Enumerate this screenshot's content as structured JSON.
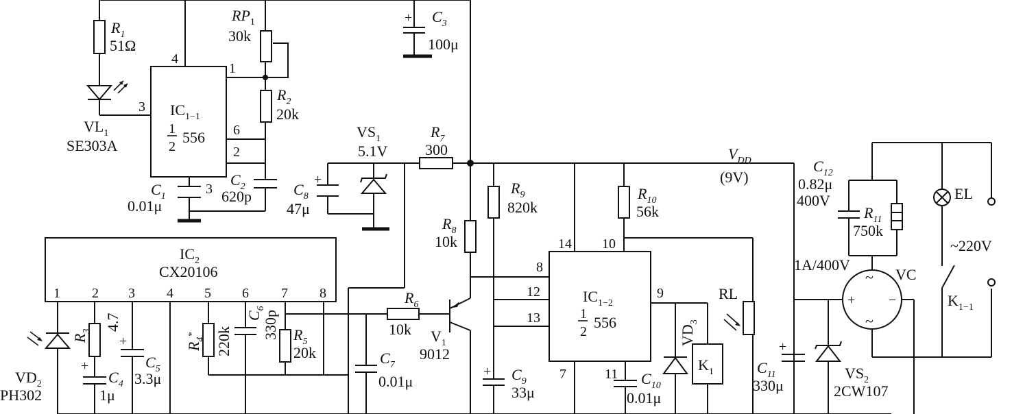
{
  "diagram": {
    "title": "",
    "supply": {
      "name": "V",
      "sub": "DD",
      "value": "(9V)"
    },
    "mains": "~220V",
    "components": {
      "R1": {
        "name": "R",
        "sub": "1",
        "value": "51Ω"
      },
      "RP1": {
        "name": "RP",
        "sub": "1",
        "value": "30k"
      },
      "R2": {
        "name": "R",
        "sub": "2",
        "value": "20k"
      },
      "C3": {
        "name": "C",
        "sub": "3",
        "value": "100μ"
      },
      "VL1": {
        "name": "VL",
        "sub": "1",
        "value": "SE303A"
      },
      "IC1_1": {
        "name": "IC",
        "sub": "1−1",
        "frac_num": "1",
        "frac_den": "2",
        "part": "556",
        "pins": {
          "p4": "4",
          "p1": "1",
          "p3": "3",
          "p6": "6",
          "p2": "2",
          "p3b": "3"
        }
      },
      "C1": {
        "name": "C",
        "sub": "1",
        "value": "0.01μ"
      },
      "C2": {
        "name": "C",
        "sub": "2",
        "value": "620p"
      },
      "VS1": {
        "name": "VS",
        "sub": "1",
        "value": "5.1V"
      },
      "R7": {
        "name": "R",
        "sub": "7",
        "value": "300"
      },
      "C8": {
        "name": "C",
        "sub": "8",
        "value": "47μ"
      },
      "R9": {
        "name": "R",
        "sub": "9",
        "value": "820k"
      },
      "R10": {
        "name": "R",
        "sub": "10",
        "value": "56k"
      },
      "R8": {
        "name": "R",
        "sub": "8",
        "value": "10k"
      },
      "IC2": {
        "name": "IC",
        "sub": "2",
        "part": "CX20106",
        "pins": [
          "1",
          "2",
          "3",
          "4",
          "5",
          "6",
          "7",
          "8"
        ]
      },
      "R3": {
        "name": "R",
        "sub": "3",
        "value": "4.7"
      },
      "C4": {
        "name": "C",
        "sub": "4",
        "value": "1μ"
      },
      "C5": {
        "name": "C",
        "sub": "5",
        "value": "3.3μ"
      },
      "VD2": {
        "name": "VD",
        "sub": "2",
        "value": "PH302"
      },
      "R4": {
        "name": "R",
        "sub": "4",
        "star": "*",
        "value": "220k"
      },
      "C6": {
        "name": "C",
        "sub": "6",
        "value": "330p"
      },
      "R5": {
        "name": "R",
        "sub": "5",
        "value": "20k"
      },
      "R6": {
        "name": "R",
        "sub": "6",
        "value": "10k"
      },
      "C7": {
        "name": "C",
        "sub": "7",
        "value": "0.01μ"
      },
      "V1": {
        "name": "V",
        "sub": "1",
        "value": "9012"
      },
      "C9": {
        "name": "C",
        "sub": "9",
        "value": "33μ"
      },
      "IC1_2": {
        "name": "IC",
        "sub": "1−2",
        "frac_num": "1",
        "frac_den": "2",
        "part": "556",
        "pins": {
          "p14": "14",
          "p10": "10",
          "p8": "8",
          "p12": "12",
          "p13": "13",
          "p9": "9",
          "p7": "7",
          "p11": "11"
        }
      },
      "C10": {
        "name": "C",
        "sub": "10",
        "value": "0.01μ"
      },
      "VD3": {
        "name": "VD",
        "sub": "3"
      },
      "K1": {
        "name": "K",
        "sub": "1"
      },
      "RL": {
        "name": "RL"
      },
      "C11": {
        "name": "C",
        "sub": "11",
        "value": "330μ"
      },
      "C12": {
        "name": "C",
        "sub": "12",
        "value": "0.82μ",
        "rating": "400V"
      },
      "R11": {
        "name": "R",
        "sub": "11",
        "value": "750k"
      },
      "VC": {
        "name": "VC",
        "rating": "1A/400V"
      },
      "VS2": {
        "name": "VS",
        "sub": "2",
        "value": "2CW107"
      },
      "EL": {
        "name": "EL"
      },
      "K1_1": {
        "name": "K",
        "sub": "1−1"
      }
    },
    "symbols": {
      "plus": "+",
      "minus": "−",
      "tilde": "~"
    }
  }
}
